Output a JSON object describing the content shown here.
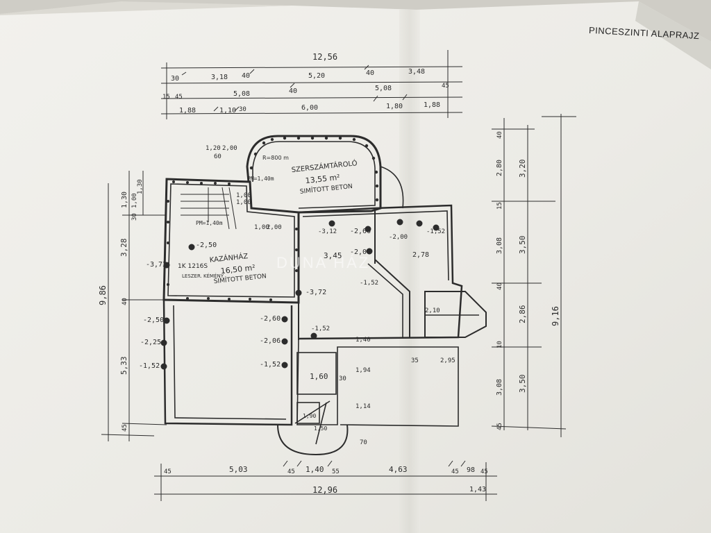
{
  "sheet": {
    "title": "PINCESZINTI ALAPRAJZ",
    "watermark": "DUNA HÁZ"
  },
  "rooms": {
    "workshop": {
      "name": "SZERSZÁMTÁROLÓ",
      "area": "13,55 m²",
      "floor": "SIMÍTOTT BETON",
      "radius": "R=800 m"
    },
    "hall": {
      "name": "KAZÁNHÁZ",
      "area": "16,50 m²",
      "floor": "SIMÍTOTT BETON",
      "code": "1K 1216S",
      "vent": "LESZER. KÉMÉNY"
    }
  },
  "dims_top": {
    "overall": "12,56",
    "row1": [
      "30",
      "3,18",
      "40",
      "5,20",
      "40",
      "3,48"
    ],
    "row2": [
      "15",
      "45",
      "5,08",
      "40",
      "5,08",
      "45"
    ],
    "row3": [
      "1,88",
      "1,10",
      "30",
      "6,00",
      "1,80",
      "1,88"
    ]
  },
  "dims_bottom": {
    "row1": [
      "45",
      "5,03",
      "45",
      "1,40",
      "55",
      "4,63",
      "45",
      "98",
      "45"
    ],
    "overall": "12,96",
    "right": "1,43"
  },
  "dims_left": {
    "overall": "9,86",
    "parts": [
      "1,30",
      "3,28",
      "40",
      "5,33",
      "45"
    ],
    "small": [
      "1,30",
      "1,00",
      "30"
    ]
  },
  "dims_right": {
    "overall": "9,16",
    "parts": [
      "3,20",
      "3,50",
      "2,86",
      "3,50"
    ],
    "inner": [
      "40",
      "2,80",
      "15",
      "3,08",
      "40",
      "10",
      "3,08",
      "45"
    ]
  },
  "levels": [
    "-2,50",
    "-3,72",
    "-2,50",
    "-2,25",
    "-1,52",
    "-2,60",
    "-2,06",
    "-1,52",
    "-3,12",
    "-2,60",
    "-2,06",
    "-2,00",
    "-1,52",
    "-3,72",
    "-1,52",
    "-1,52"
  ],
  "interior": {
    "d1": "3,45",
    "d2": "2,78",
    "d3": "1,60",
    "d4": "1,94",
    "d5": "35",
    "d6": "2,95",
    "d7": "1,40",
    "d8": "1,14",
    "d9": "2,10",
    "d10": "1,20",
    "d11": "1,00",
    "d12": "1,00",
    "d13": "PM=1,40m",
    "d14": "PM=1,40m",
    "d15": "2,00",
    "d16": "60",
    "d17": "2,00",
    "d18": "1,00",
    "d19": "30",
    "d20": "70",
    "d21": "1,90",
    "d22": "1,50"
  }
}
